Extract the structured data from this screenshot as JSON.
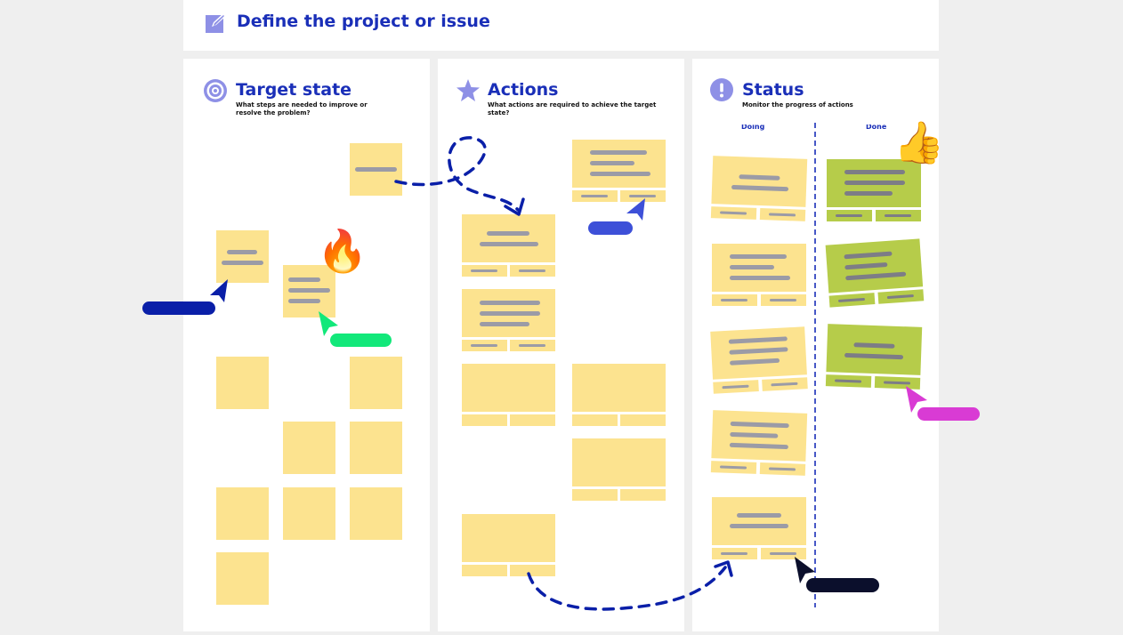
{
  "header": {
    "title": "Define the project or issue",
    "icon": "edit-icon"
  },
  "columns": [
    {
      "title": "Target state",
      "subtitle": "What steps are needed to improve or resolve the problem?",
      "icon": "target-icon"
    },
    {
      "title": "Actions",
      "subtitle": "What actions are required to achieve the target state?",
      "icon": "star-icon"
    },
    {
      "title": "Status",
      "subtitle": "Monitor the progress of actions",
      "icon": "exclamation-icon"
    }
  ],
  "status": {
    "doing_label": "Doing",
    "done_label": "Done"
  },
  "colors": {
    "accent": "#1a2fb8",
    "sticky_yellow": "#fce38f",
    "sticky_green": "#b6cc4a",
    "cursor_blue": "#0a1fa8",
    "cursor_green": "#12e87a",
    "cursor_royal": "#3d50d8",
    "cursor_magenta": "#d93bd4",
    "cursor_navy": "#0b0f2c"
  },
  "emojis": {
    "fire": "🔥",
    "thumbs_up": "👍"
  }
}
